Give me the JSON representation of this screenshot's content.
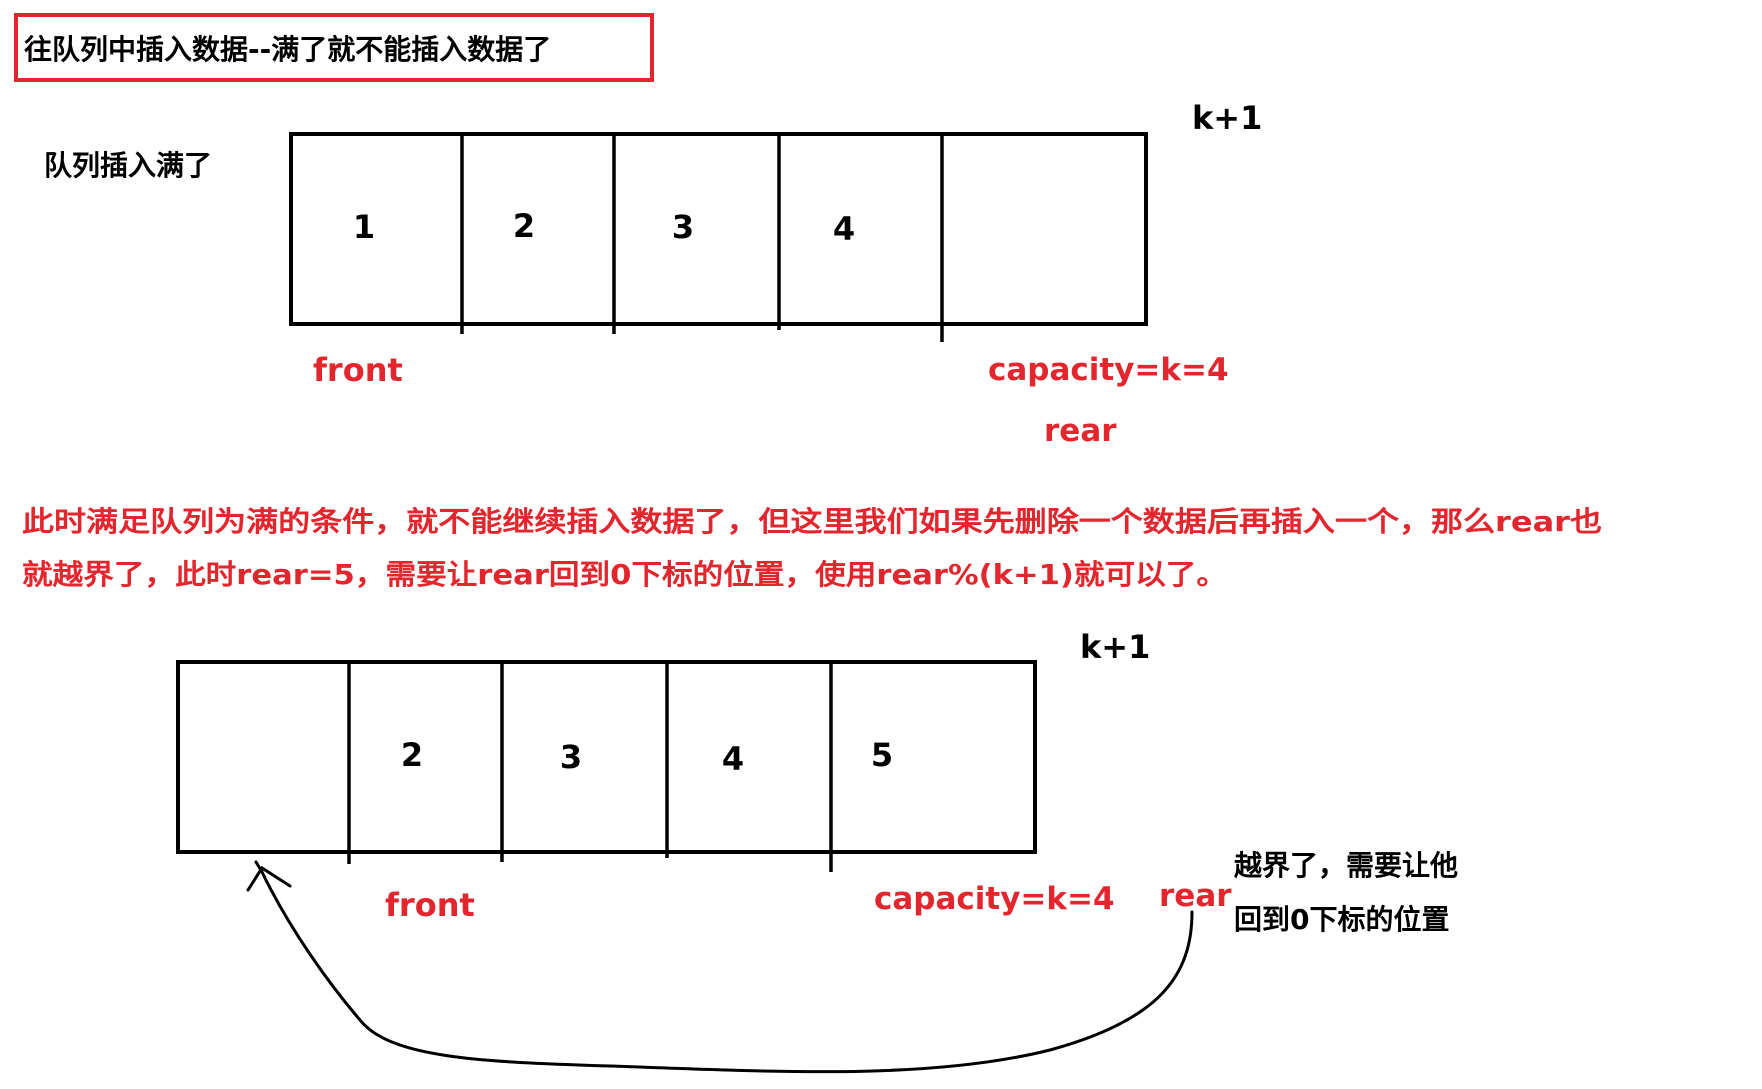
{
  "title": "往队列中插入数据--满了就不能插入数据了",
  "colors": {
    "accent": "#e3262d",
    "ink": "#000000"
  },
  "top": {
    "side_label": "队列插入满了",
    "size_label": "k+1",
    "cells": [
      "1",
      "2",
      "3",
      "4",
      ""
    ],
    "front_label": "front",
    "capacity_label": "capacity=k=4",
    "rear_label": "rear"
  },
  "explanation": [
    "此时满足队列为满的条件，就不能继续插入数据了，但这里我们如果先删除一个数据后再插入一个，那么rear也",
    "就越界了，此时rear=5，需要让rear回到0下标的位置，使用rear%(k+1)就可以了。"
  ],
  "bottom": {
    "size_label": "k+1",
    "cells": [
      "",
      "2",
      "3",
      "4",
      "5"
    ],
    "front_label": "front",
    "capacity_label": "capacity=k=4",
    "rear_label": "rear",
    "note": [
      "越界了，需要让他",
      "回到0下标的位置"
    ]
  }
}
